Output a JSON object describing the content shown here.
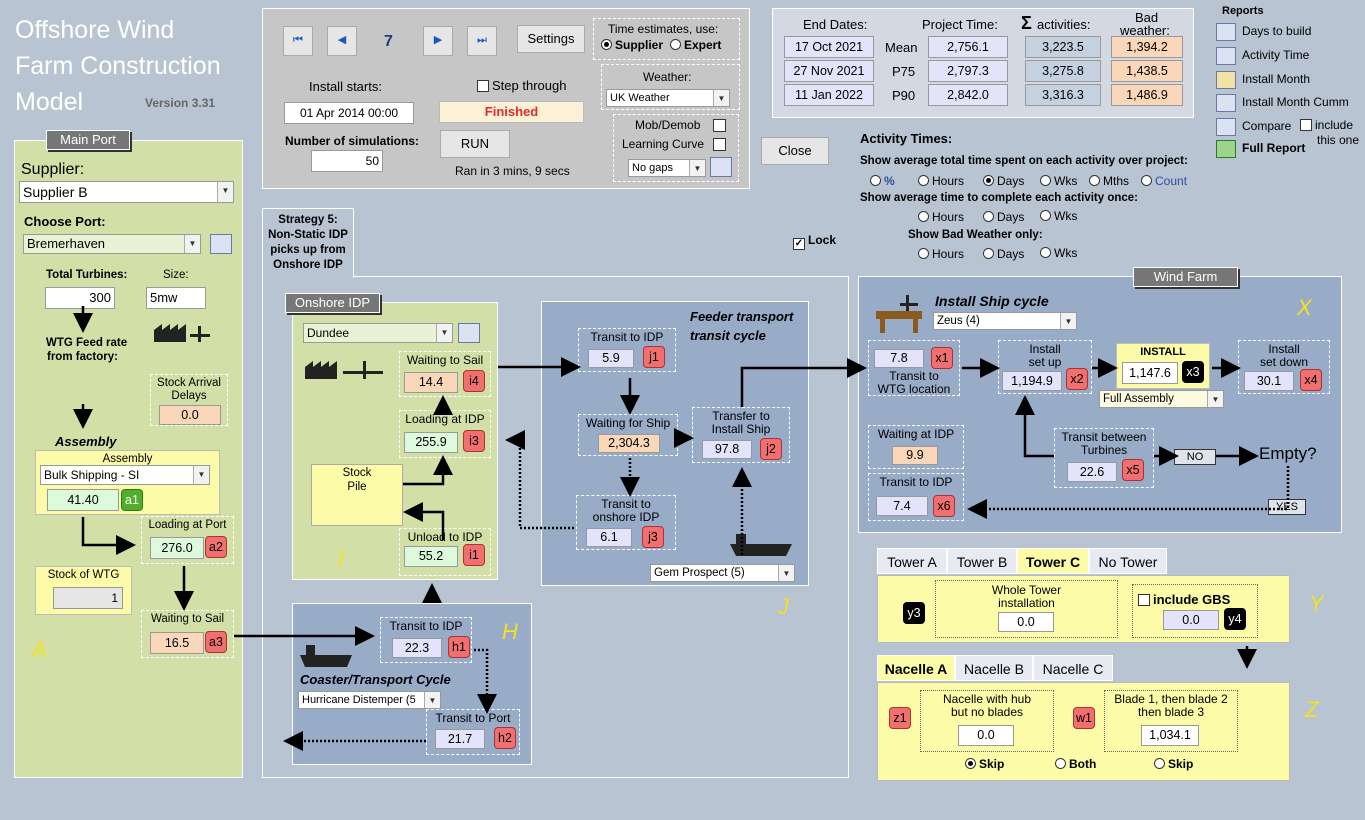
{
  "app": {
    "title_line1": "Offshore Wind",
    "title_line2": "Farm Construction",
    "title_line3": "Model",
    "version": "Version 3.31"
  },
  "controls": {
    "nav_first": "⏮",
    "nav_prev": "◀",
    "step": "7",
    "nav_next": "▶",
    "nav_last": "⏭",
    "settings": "Settings",
    "install_starts_label": "Install starts:",
    "install_starts": "01 Apr 2014 00:00",
    "step_through": "Step through",
    "status": "Finished",
    "num_sims_label": "Number of simulations:",
    "num_sims": "50",
    "run": "RUN",
    "ran_in": "Ran in 3 mins, 9 secs"
  },
  "time_estimates": {
    "label": "Time estimates, use:",
    "supplier": "Supplier",
    "expert": "Expert",
    "weather_label": "Weather:",
    "weather": "UK Weather",
    "mob": "Mob/Demob",
    "learning": "Learning Curve",
    "gaps": "No gaps"
  },
  "summary": {
    "end_dates": "End Dates:",
    "project_time": "Project Time:",
    "sigma": "Σ",
    "activities": "activities:",
    "bad": "Bad",
    "weather": "weather:",
    "rows": [
      {
        "date": "17 Oct 2021",
        "label": "Mean",
        "pt": "2,756.1",
        "act": "3,223.5",
        "bw": "1,394.2"
      },
      {
        "date": "27 Nov 2021",
        "label": "P75",
        "pt": "2,797.3",
        "act": "3,275.8",
        "bw": "1,438.5"
      },
      {
        "date": "11 Jan 2022",
        "label": "P90",
        "pt": "2,842.0",
        "act": "3,316.3",
        "bw": "1,486.9"
      }
    ]
  },
  "reports": {
    "title": "Reports",
    "days": "Days to build",
    "activity": "Activity Time",
    "month": "Install Month",
    "month_cumm": "Install Month Cumm",
    "compare": "Compare",
    "include": "include",
    "this_one": "this one",
    "full": "Full Report",
    "close": "Close"
  },
  "activity_times": {
    "title": "Activity Times:",
    "q1": "Show average total time spent on each activity over project:",
    "pct": "%",
    "hours": "Hours",
    "days": "Days",
    "wks": "Wks",
    "mths": "Mths",
    "count": "Count",
    "q2": "Show average time to complete each activity once:",
    "q3": "Show Bad Weather only:"
  },
  "main_port": {
    "header": "Main Port",
    "supplier_label": "Supplier:",
    "supplier": "Supplier B",
    "port_label": "Choose Port:",
    "port": "Bremerhaven",
    "total_label": "Total Turbines:",
    "total": "300",
    "size_label": "Size:",
    "size": "5mw",
    "feed": "WTG Feed rate",
    "feed2": "from factory:",
    "sad_label1": "Stock Arrival",
    "sad_label2": "Delays",
    "sad": "0.0",
    "assembly_title": "Assembly",
    "assembly_label": "Assembly",
    "assembly": "Bulk Shipping - SI",
    "a1": "41.40",
    "a1_id": "a1",
    "loading_label": "Loading at Port",
    "a2": "276.0",
    "a2_id": "a2",
    "stock_label": "Stock of WTG",
    "stock": "1",
    "wts_label": "Waiting to Sail",
    "a3": "16.5",
    "a3_id": "a3",
    "letter": "A"
  },
  "strategy": {
    "l1": "Strategy 5:",
    "l2": "Non-Static IDP",
    "l3": "picks up from",
    "l4": "Onshore IDP"
  },
  "onshore": {
    "header": "Onshore IDP",
    "port": "Dundee",
    "wts": "Waiting to Sail",
    "i4": "14.4",
    "i4_id": "i4",
    "loading": "Loading at IDP",
    "i3": "255.9",
    "i3_id": "i3",
    "stock": "Stock",
    "pile": "Pile",
    "unload": "Unload to IDP",
    "i1": "55.2",
    "i1_id": "i1",
    "letter": "I"
  },
  "feeder": {
    "title1": "Feeder transport",
    "title2": "transit cycle",
    "transit": "Transit to IDP",
    "j1": "5.9",
    "j1_id": "j1",
    "waiting": "Waiting for Ship",
    "j4": "2,304.3",
    "transfer1": "Transfer to",
    "transfer2": "Install Ship",
    "j2": "97.8",
    "j2_id": "j2",
    "tonshore1": "Transit to",
    "tonshore2": "onshore IDP",
    "j3": "6.1",
    "j3_id": "j3",
    "vessel": "Gem Prospect (5)",
    "letter": "J"
  },
  "coaster": {
    "title": "Coaster/Transport Cycle",
    "vessel": "Hurricane Distemper (5",
    "transit_idp": "Transit to IDP",
    "h1": "22.3",
    "h1_id": "h1",
    "transit_port": "Transit to Port",
    "h2": "21.7",
    "h2_id": "h2",
    "letter": "H"
  },
  "lock": "Lock",
  "wind_farm": {
    "header": "Wind Farm",
    "title": "Install Ship cycle",
    "ship": "Zeus (4)",
    "x1": "7.8",
    "x1_id": "x1",
    "t_wtg1": "Transit to",
    "t_wtg2": "WTG location",
    "setup1": "Install",
    "setup2": "set up",
    "x2": "1,194.9",
    "x2_id": "x2",
    "install": "INSTALL",
    "x3": "1,147.6",
    "x3_id": "x3",
    "assembly": "Full Assembly",
    "setdown1": "Install",
    "setdown2": "set down",
    "x4": "30.1",
    "x4_id": "x4",
    "waiting": "Waiting at IDP",
    "wait_val": "9.9",
    "between1": "Transit between",
    "between2": "Turbines",
    "x5": "22.6",
    "x5_id": "x5",
    "no": "NO",
    "empty": "Empty?",
    "transit_idp": "Transit to IDP",
    "x6": "7.4",
    "x6_id": "x6",
    "yes": "YES",
    "letter": "X"
  },
  "tower": {
    "tabs": [
      "Tower A",
      "Tower B",
      "Tower C",
      "No Tower"
    ],
    "y3": "y3",
    "whole1": "Whole Tower",
    "whole2": "installation",
    "whole": "0.0",
    "gbs": "include GBS",
    "gbs_val": "0.0",
    "y4": "y4",
    "letter": "Y"
  },
  "nacelle": {
    "tabs": [
      "Nacelle A",
      "Nacelle B",
      "Nacelle C"
    ],
    "z1": "z1",
    "hub1": "Nacelle with hub",
    "hub2": "but no blades",
    "hub": "0.0",
    "w1": "w1",
    "blade1": "Blade 1, then blade 2",
    "blade2": "then blade 3",
    "blade": "1,034.1",
    "skip": "Skip",
    "both": "Both",
    "skip2": "Skip",
    "letter": "Z"
  }
}
